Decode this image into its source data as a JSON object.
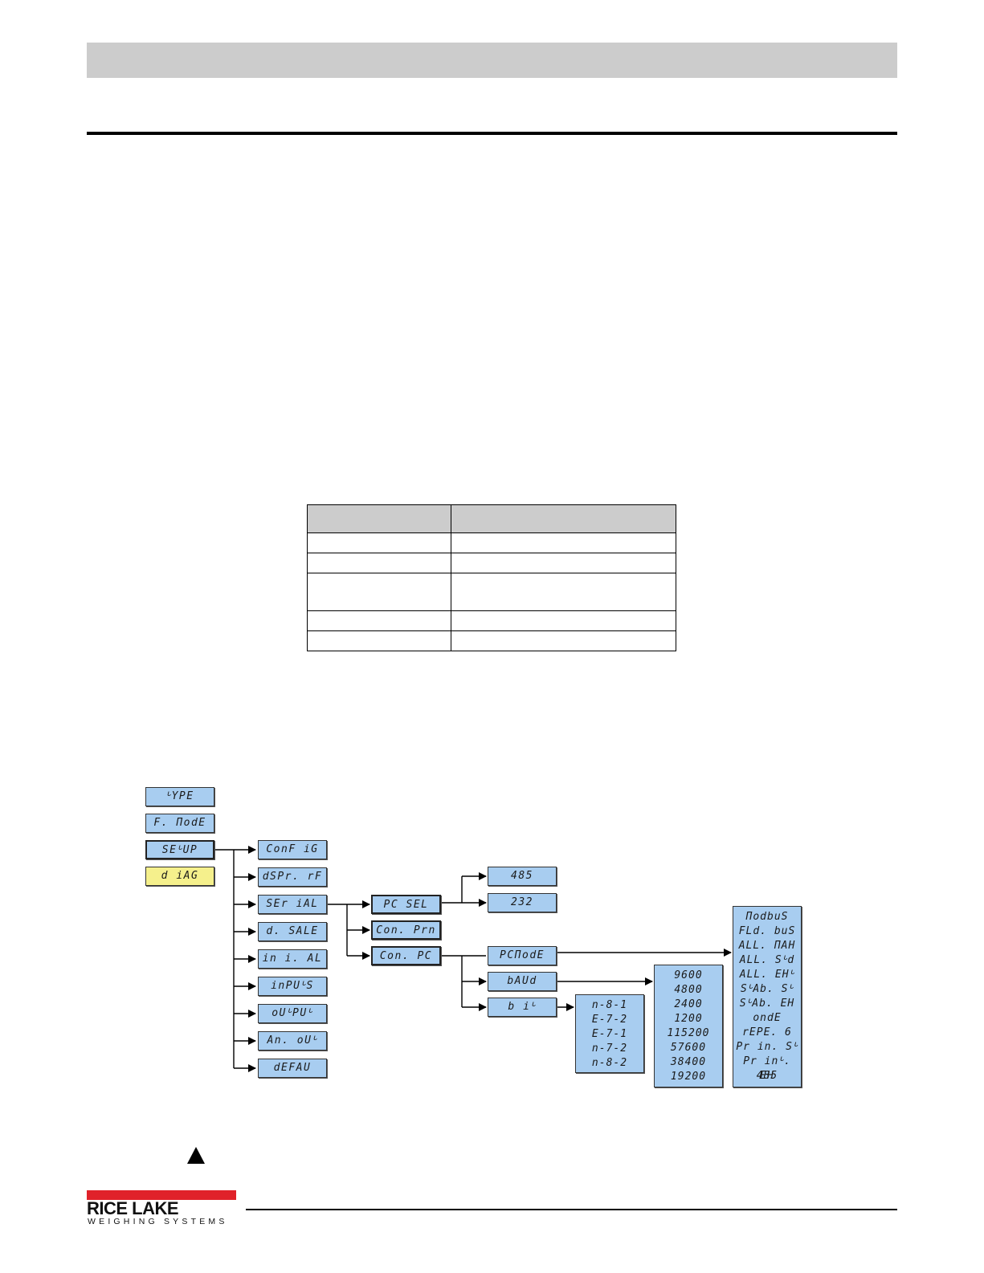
{
  "menu": {
    "top_level": [
      "ᒡYPE",
      "F. ΠodE",
      "SEᒡUP",
      "d iAG"
    ],
    "setup_children": [
      "ConF iG",
      "dSPr. rF",
      "SEr iAL",
      "d. SALE",
      "in i. AL",
      "inPUᒡS",
      "oUᒡPUᒡ",
      "An. oUᒡ",
      "dEFAU"
    ],
    "serial_children": [
      "PC SEL",
      "Con. Prn",
      "Con. PC"
    ],
    "pcsel_children": [
      "485",
      "232"
    ],
    "conpc_children": [
      "PCΠodE",
      "bAUd",
      "b iᒡ"
    ],
    "bit_options": [
      "n-8-1",
      "E-7-2",
      "E-7-1",
      "n-7-2",
      "n-8-2"
    ],
    "baud_options": [
      "9600",
      "4800",
      "2400",
      "1200",
      "115200",
      "57600",
      "38400",
      "19200"
    ],
    "pcmode_options": [
      "ΠodbuS",
      "FLd. buS",
      "ALL. ΠAH",
      "ALL. Sᒡd",
      "ALL. EHᒡ",
      "SᒡAb. Sᒡ",
      "SᒡAb. EH",
      "ondE",
      "rEPE. 6",
      "Pr in. Sᒡ",
      "Pr inᒡ. EH",
      "485"
    ]
  },
  "footer": {
    "brand": "RICE LAKE",
    "tagline": "WEIGHING SYSTEMS"
  },
  "colors": {
    "menu_fill": "#a8cdf0",
    "diag_fill": "#f5f08c",
    "logo_red": "#e0222a",
    "header_gray": "#cccccc"
  }
}
